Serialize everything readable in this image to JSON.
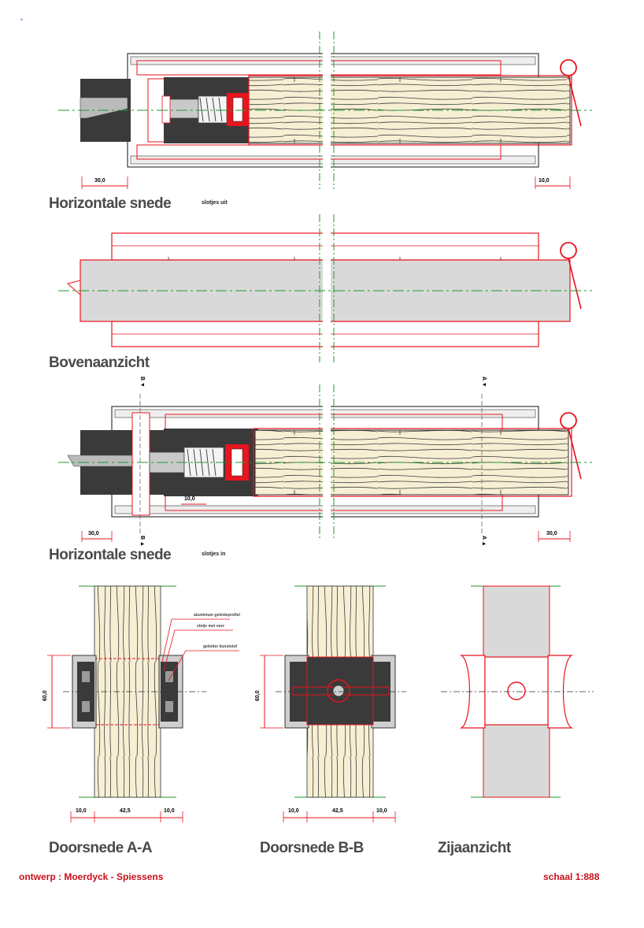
{
  "corner_mark": "°",
  "views": {
    "horizontal_1": {
      "title": "Horizontale snede",
      "note": "slotjes uit",
      "dim_left": "30,0",
      "dim_right": "10,0"
    },
    "top_view": {
      "title": "Bovenaanzicht"
    },
    "horizontal_2": {
      "title": "Horizontale snede",
      "note": "slotjes in",
      "dim_left": "30,0",
      "dim_mid": "10,0",
      "dim_right": "30,0",
      "section_b_top": "B ▼",
      "section_b_bottom": "B ▲",
      "section_a_top": "A ▼",
      "section_a_bottom": "A ▲"
    },
    "section_aa": {
      "title": "Doorsnede A-A",
      "dim_height": "60,0",
      "dim_left": "10,0",
      "dim_mid": "42,5",
      "dim_right": "10,0",
      "labels": [
        "aluminium geleideprofiel",
        "slotje met veer",
        "geleider kunststof"
      ]
    },
    "section_bb": {
      "title": "Doorsnede B-B",
      "dim_height": "60,0",
      "dim_left": "10,0",
      "dim_mid": "42,5",
      "dim_right": "10,0"
    },
    "side_view": {
      "title": "Zijaanzicht"
    }
  },
  "footer": {
    "design": "ontwerp : Moerdyck - Spiessens",
    "scale": "schaal 1:888"
  },
  "colors": {
    "red": "#e8141e",
    "wood": "#f7efd4",
    "dark": "#3a3a3a",
    "grey": "#d9d9d9",
    "centerline": "#1e9a2c"
  }
}
